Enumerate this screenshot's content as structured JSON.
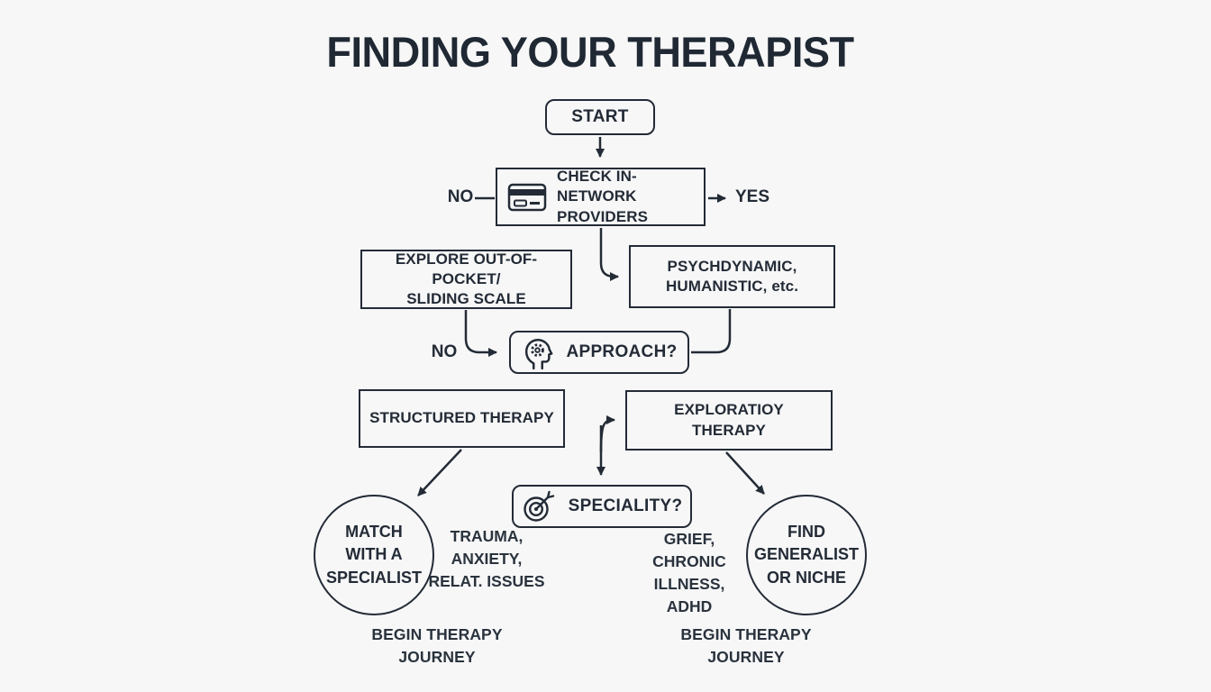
{
  "colors": {
    "ink": "#232b36",
    "background": "#f7f7f8"
  },
  "title": "FINDING YOUR THERAPIST",
  "nodes": {
    "start": "START",
    "check_network": "CHECK IN-NETWORK\nPROVIDERS",
    "explore_out_of_pocket": "EXPLORE OUT-OF-POCKET/\nSLIDING SCALE",
    "psychodynamic": "PSYCHDYNAMIC,\nHUMANISTIC, etc.",
    "approach": "APPROACH?",
    "structured_therapy": "STRUCTURED THERAPY",
    "exploratory_therapy": "EXPLORATIOY\nTHERAPY",
    "speciality": "SPECIALITY?",
    "match_specialist": "MATCH\nWITH A\nSPECIALIST",
    "find_generalist": "FIND\nGENERALIST\nOR NICHE"
  },
  "edge_labels": {
    "no_top": "NO",
    "yes": "YES",
    "no_mid": "NO"
  },
  "notes": {
    "specialist_examples": "TRAUMA,\nANXIETY,\nRELAT. ISSUES",
    "generalist_examples": "GRIEF,\nCHRONIC\nILLNESS,\nADHD",
    "begin_left": "BEGIN THERAPY JOURNEY",
    "begin_right": "BEGIN THERAPY JOURNEY"
  },
  "icons": {
    "check_network": "credit-card-icon",
    "approach": "head-gear-icon",
    "speciality": "target-icon"
  }
}
